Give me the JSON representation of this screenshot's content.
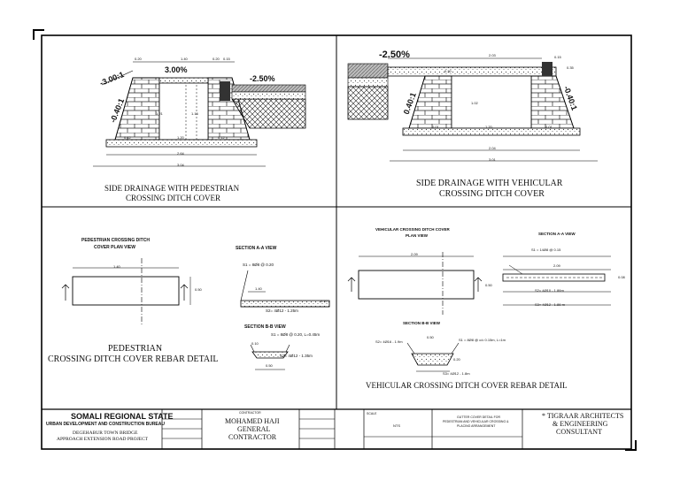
{
  "panels": {
    "top_left": {
      "title_line1": "SIDE DRAINAGE WITH PEDESTRIAN",
      "title_line2": "CROSSING DITCH COVER",
      "slope_left": "-3.00:1",
      "slope_top": "3.00%",
      "slope_right": "-2.50%",
      "slope_wall": "-0.40:1",
      "dims": [
        "0.20",
        "1.40",
        "0.20",
        "0.15",
        "1.21",
        "1.16",
        "0.12",
        "1.20",
        "0.12",
        "2.64",
        "3.04"
      ]
    },
    "top_right": {
      "title_line1": "SIDE DRAINAGE WITH VEHICULAR",
      "title_line2": "CROSSING DITCH COVER",
      "slope_top": "-2.50%",
      "slope_left": "0.40:1",
      "slope_right": "-0.40:1",
      "dims": [
        "2.03",
        "0.15",
        "0.30",
        "0.35",
        "1.02",
        "0.01",
        "1.20",
        "0.01",
        "2.04",
        "3.01"
      ]
    },
    "bottom_left": {
      "plan_title_line1": "PEDESTRIAN  CROSSING DITCH",
      "plan_title_line2": "COVER PLAN VIEW",
      "plan_dim_len": "1.40",
      "plan_dim_w": "0.50",
      "sec_a_title": "SECTION A-A VIEW",
      "sec_a_s1": "S1 = 8Ø8 @ 0.20",
      "sec_a_len": "1.40",
      "sec_a_thk": "0.10",
      "sec_a_s2": "S2= 4Ø12 - 1.25m",
      "sec_b_title": "SECTION B-B VIEW",
      "sec_b_s1": "S1 = 8Ø8 @ 0.20, L=0.45m",
      "sec_b_thk": "0.10",
      "sec_b_s2": "S2= 4Ø12 - 1.35m",
      "sec_b_w": "0.50",
      "title_line1": "PEDESTRIAN",
      "title_line2": "CROSSING DITCH COVER REBAR DETAIL"
    },
    "bottom_right": {
      "plan_title_line1": "VEHICULAR  CROSSING DITCH COVER",
      "plan_title_line2": "PLAN VIEW",
      "plan_dim_len": "2.09",
      "plan_dim_w": "0.50",
      "sec_a_title": "SECTION A-A VIEW",
      "sec_a_s1": "S1 = 14Ø8 @ 0.15",
      "sec_a_len": "2.09",
      "sec_a_thk": "0.08",
      "sec_a_s2": "S2= 4Ø10 - 1.86m",
      "sec_a_s3": "S3= 4Ø12 - 1.86 m",
      "sec_b_title": "SECTION B-B VIEW",
      "sec_b_s2": "S2= 4Ø16 - 1.9m",
      "sec_b_w": "0.50",
      "sec_b_s1": "S1 = 8Ø8 @ c/c 0.15m, L=1m",
      "sec_b_h": "0.20",
      "sec_b_s3": "S3= 4Ø12 - 1.8m",
      "title": "VEHICULAR CROSSING DITCH COVER REBAR DETAIL"
    }
  },
  "title_block": {
    "org": "SOMALI REGIONAL STATE",
    "bureau": "URBAN DEVELOPMENT AND CONSTRUCTION BUREAU",
    "project_line1": "DEGEHABUR TOWN BRIDGE",
    "project_line2": "APPROACH EXTENSION ROAD PROJECT",
    "contractor_label": "CONTRACTOR",
    "contractor_line1": "MOHAMED  HAJI",
    "contractor_line2": "GENERAL",
    "contractor_line3": "CONTRACTOR",
    "scale_label": "SCALE",
    "scale_value": "NTS",
    "drawing_title_line1": "GUTTER COVER DETAIL FOR",
    "drawing_title_line2": "PEDESTRIAN AND VEHICULAR CROSSING &",
    "drawing_title_line3": "PLACING ARRANGEMENT",
    "consultant_line1": "* TIGRAAR ARCHITECTS",
    "consultant_line2": "& ENGINEERING",
    "consultant_line3": "CONSULTANT"
  }
}
